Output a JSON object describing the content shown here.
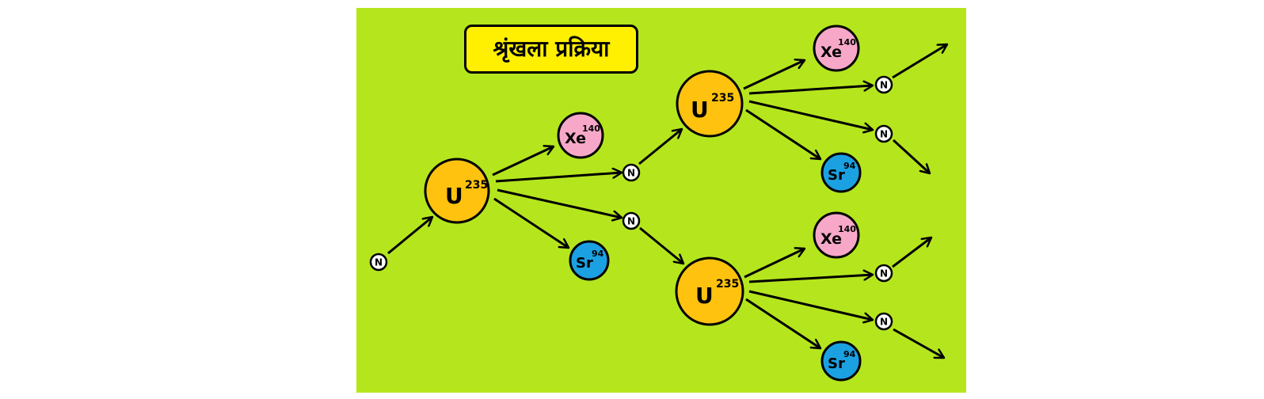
{
  "title": "श्रृंखला प्रक्रिया",
  "colors": {
    "background": "#b5e61d",
    "title_box": "#ffef00",
    "uranium": "#ffc20e",
    "xenon": "#f7a8c8",
    "strontium": "#1ba1e2",
    "neutron": "#ffffff",
    "stroke": "#000000"
  },
  "labels": {
    "uranium_symbol": "U",
    "uranium_mass": "235",
    "xenon_symbol": "Xe",
    "xenon_mass": "140",
    "strontium_symbol": "Sr",
    "strontium_mass": "94",
    "neutron_symbol": "N"
  }
}
